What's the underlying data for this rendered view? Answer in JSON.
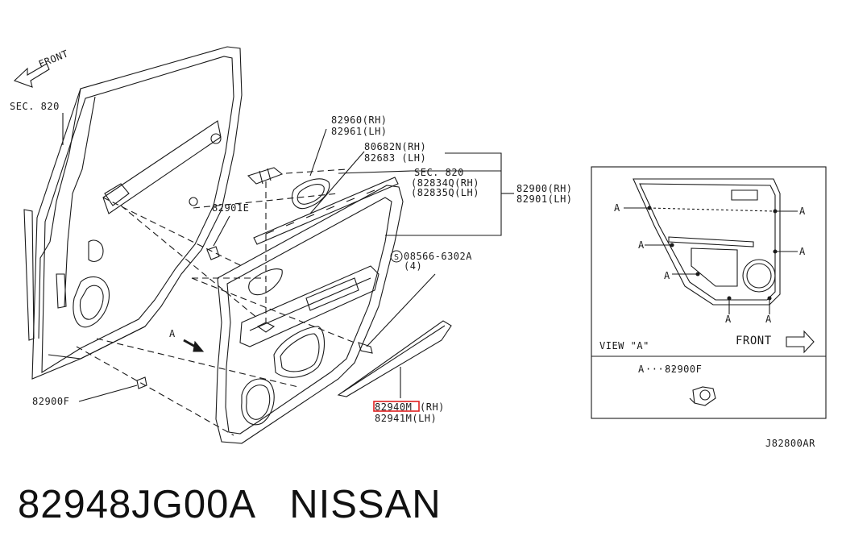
{
  "diagram": {
    "front_arrow_label": "FRONT",
    "labels": {
      "sec820_left": "SEC. 820",
      "p82960": "82960(RH)",
      "p82961": "82961(LH)",
      "p80682n": "80682N(RH)",
      "p82683": "82683 (LH)",
      "sec820_mid": "SEC. 820",
      "p82834q": "(82834Q(RH)",
      "p82835q": "(82835Q(LH)",
      "p82900rh": "82900(RH)",
      "p82901lh": "82901(LH)",
      "p82901e": "82901E",
      "p08566": "08566-6302A",
      "p08566_qty": "(4)",
      "arrow_a": "A",
      "p82900f": "82900F",
      "p82940m": "82940M",
      "p82940m_suffix": "(RH)",
      "p82941m": "82941M(LH)",
      "code": "J82800AR"
    },
    "inset": {
      "a_label": "A",
      "view_label": "VIEW \"A\"",
      "front_label": "FRONT",
      "legend_a": "A",
      "legend_dots": "·····",
      "legend_part": "82900F"
    },
    "highlight_color": "#e02020"
  },
  "footer": {
    "part_number": "82948JG00A",
    "brand": "NISSAN"
  }
}
